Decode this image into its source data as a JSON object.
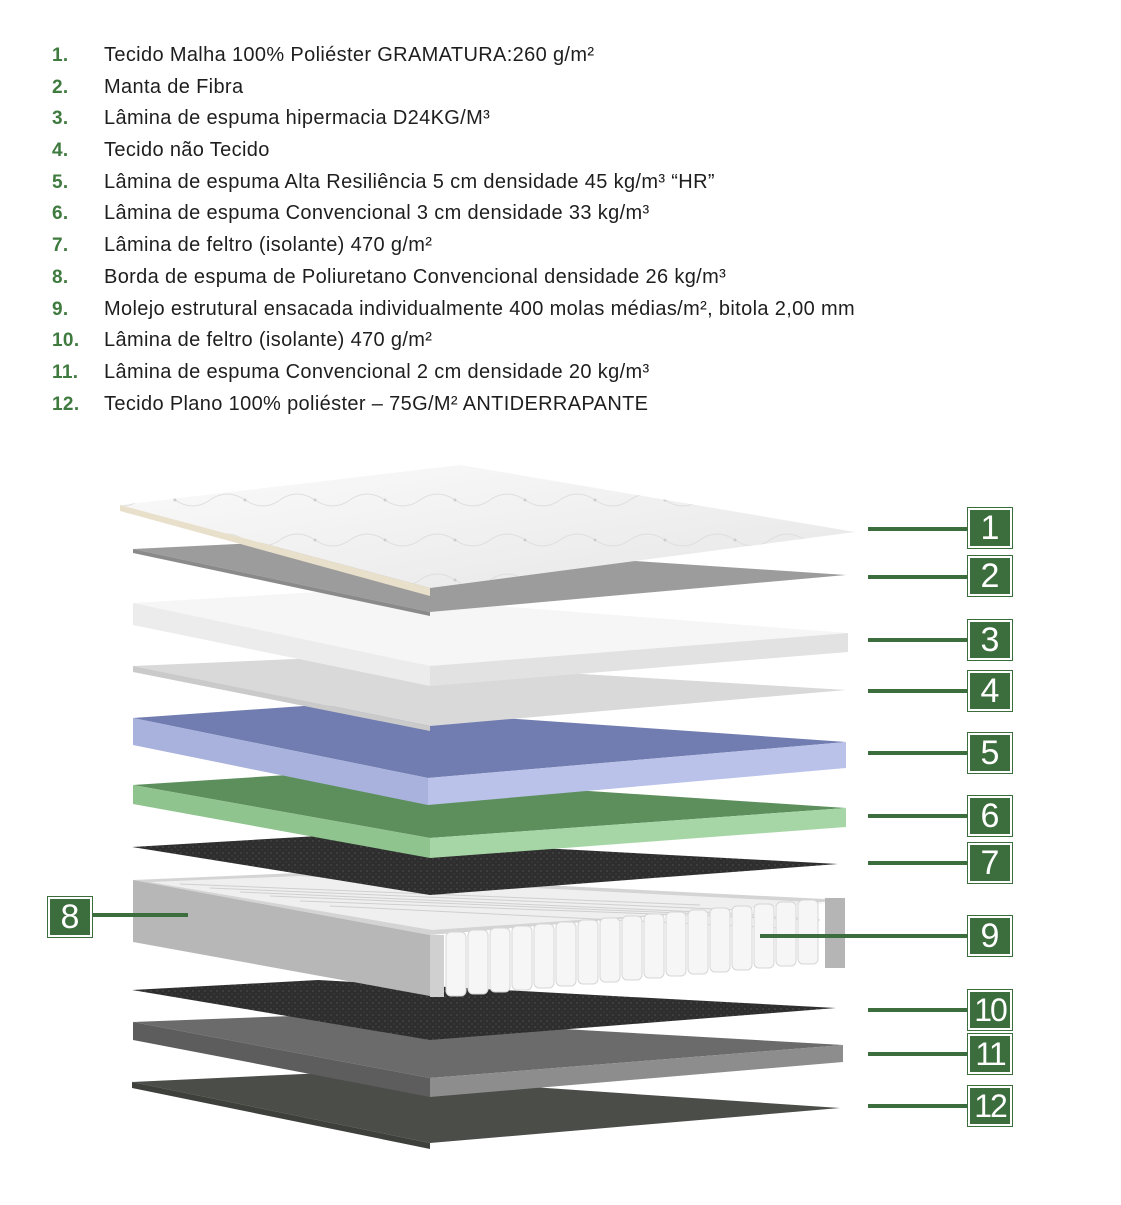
{
  "legend": [
    {
      "num": "1.",
      "text": "Tecido Malha 100%  Poliéster GRAMATURA:260 g/m²"
    },
    {
      "num": "2.",
      "text": "Manta de Fibra"
    },
    {
      "num": "3.",
      "text": "Lâmina de espuma hipermacia D24KG/M³"
    },
    {
      "num": "4.",
      "text": "Tecido não Tecido"
    },
    {
      "num": "5.",
      "text": "Lâmina de espuma Alta Resiliência 5 cm densidade 45 kg/m³ “HR”"
    },
    {
      "num": "6.",
      "text": "Lâmina de espuma Convencional 3 cm densidade 33 kg/m³"
    },
    {
      "num": "7.",
      "text": "Lâmina de feltro (isolante) 470 g/m²"
    },
    {
      "num": "8.",
      "text": "Borda de espuma de Poliuretano Convencional densidade 26 kg/m³"
    },
    {
      "num": "9.",
      "text": "Molejo estrutural ensacada individualmente 400 molas médias/m², bitola 2,00 mm"
    },
    {
      "num": "10.",
      "text": "Lâmina de feltro (isolante) 470 g/m²"
    },
    {
      "num": "11.",
      "text": "Lâmina de espuma Convencional 2 cm densidade 20 kg/m³"
    },
    {
      "num": "12.",
      "text": "Tecido Plano 100% poliéster  – 75G/M²  ANTIDERRAPANTE"
    }
  ],
  "callouts": [
    "1",
    "2",
    "3",
    "4",
    "5",
    "6",
    "7",
    "8",
    "9",
    "10",
    "11",
    "12"
  ],
  "colors": {
    "accent_green": "#3b6e3c",
    "number_green": "#3f7a3f",
    "layer_blue": "#717db0",
    "layer_green": "#5d8f5d",
    "felt_dark": "#2f2f2f"
  }
}
